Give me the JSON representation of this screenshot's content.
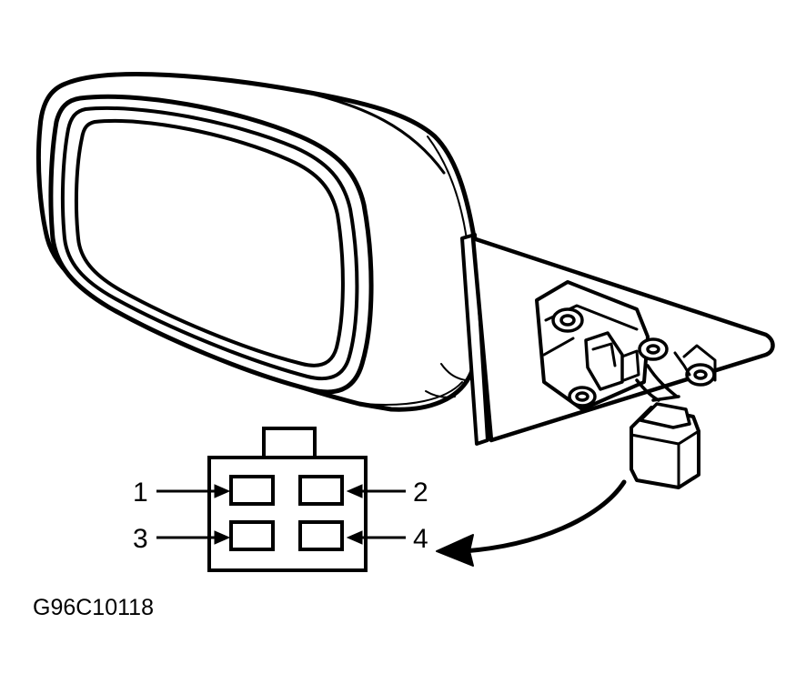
{
  "figure": {
    "code": "G96C10118"
  },
  "connector": {
    "pins": [
      {
        "label": "1"
      },
      {
        "label": "2"
      },
      {
        "label": "3"
      },
      {
        "label": "4"
      }
    ]
  },
  "colors": {
    "ink": "#000000",
    "paper": "#ffffff"
  }
}
